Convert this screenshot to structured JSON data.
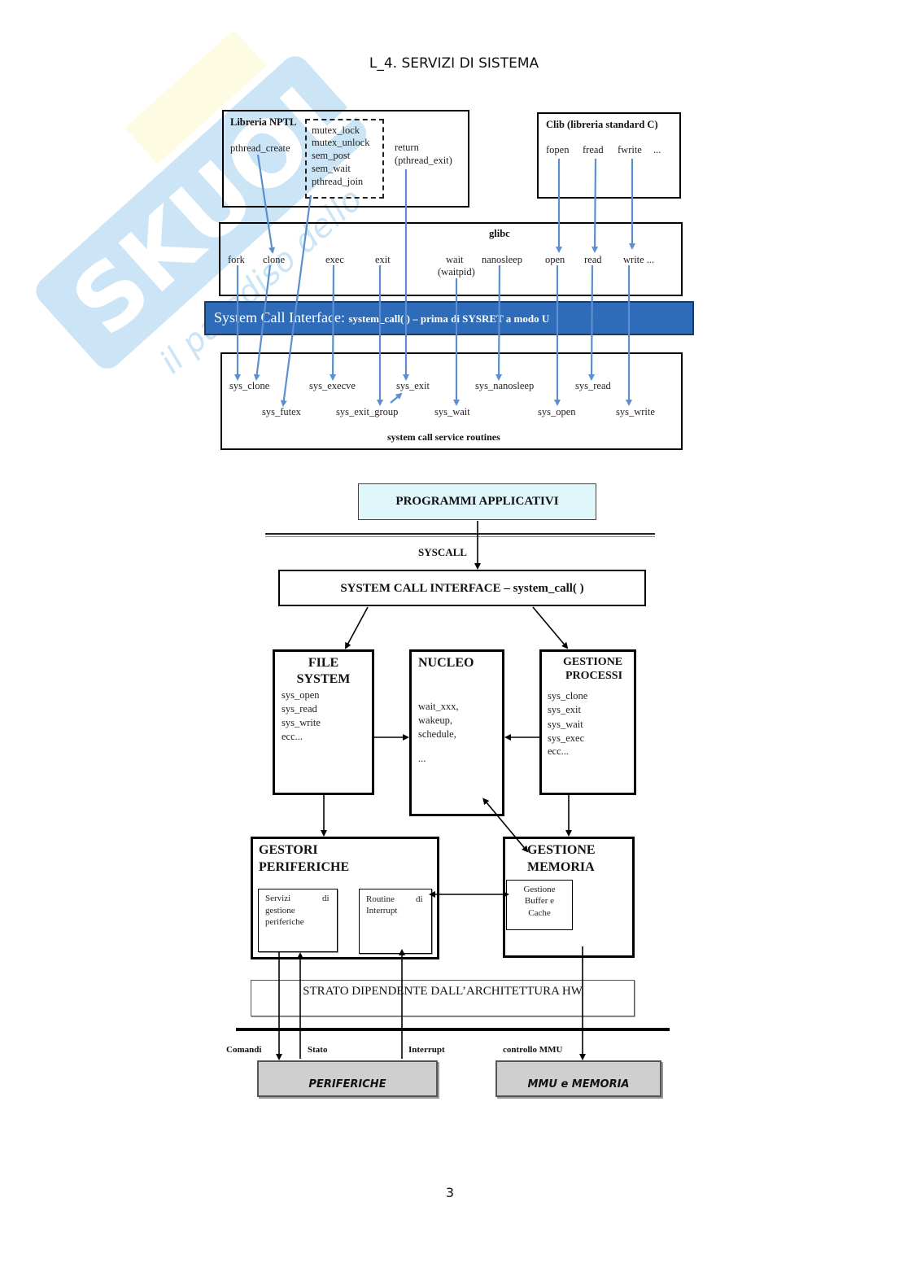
{
  "page": {
    "title": "L_4. SERVIZI DI SISTEMA",
    "page_number": "3",
    "watermark": {
      "brand": "SKUOLA.net",
      "tagline": "il paradiso dello studente"
    }
  },
  "diagram1": {
    "nptl": {
      "title": "Libreria NPTL",
      "pthread_create": "pthread_create",
      "sync_items": [
        "mutex_lock",
        "mutex_unlock",
        "sem_post",
        "sem_wait",
        "pthread_join"
      ],
      "return_label": "return",
      "return_sub": "(pthread_exit)"
    },
    "clib": {
      "title": "Clib (libreria standard C)",
      "items": [
        "fopen",
        "fread",
        "fwrite",
        "..."
      ]
    },
    "glibc": {
      "title": "glibc",
      "items": [
        "fork",
        "clone",
        "exec",
        "exit",
        "wait",
        "(waitpid)",
        "nanosleep",
        "open",
        "read",
        "write ..."
      ]
    },
    "sci": {
      "label_big": "System Call Interface:",
      "label_small": "system_call( ) – prima di SYSRET a modo U"
    },
    "routines": {
      "row1": [
        "sys_clone",
        "sys_execve",
        "sys_exit",
        "sys_nanosleep",
        "sys_read"
      ],
      "row2": [
        "sys_futex",
        "sys_exit_group",
        "sys_wait",
        "sys_open",
        "sys_write"
      ],
      "footer": "system call service routines"
    },
    "arrow_color": "#5b8fd0",
    "bar_color": "#2e6bb8"
  },
  "diagram2": {
    "apps": "PROGRAMMI APPLICATIVI",
    "apps_fill": "#dff6fa",
    "syscall_label": "SYSCALL",
    "sci": "SYSTEM CALL INTERFACE – system_call( )",
    "file_system": {
      "title_line1": "FILE",
      "title_line2": "SYSTEM",
      "items": [
        "sys_open",
        "sys_read",
        "sys_write",
        "ecc..."
      ]
    },
    "nucleo": {
      "title": "NUCLEO",
      "items": [
        "wait_xxx,",
        "wakeup,",
        "schedule,",
        "..."
      ]
    },
    "processi": {
      "title_line1": "GESTIONE",
      "title_line2": "PROCESSI",
      "items": [
        "sys_clone",
        "sys_exit",
        "sys_wait",
        "sys_exec",
        "ecc..."
      ]
    },
    "periferiche_mgr": {
      "title_line1": "GESTORI",
      "title_line2": "PERIFERICHE",
      "servizi": [
        "Servizi",
        "di",
        "gestione",
        "periferiche"
      ],
      "routine": [
        "Routine",
        "di",
        "Interrupt"
      ]
    },
    "memoria": {
      "title_line1": "GESTIONE",
      "title_line2": "MEMORIA",
      "buffer": [
        "Gestione",
        "Buffer e",
        "Cache"
      ]
    },
    "strato": "STRATO DIPENDENTE DALL’ARCHITETTURA HW",
    "signals": {
      "comandi": "Comandi",
      "stato": "Stato",
      "interrupt": "Interrupt",
      "mmu": "controllo MMU"
    },
    "hw_periferiche": "PERIFERICHE",
    "hw_memoria": "MMU e MEMORIA"
  }
}
